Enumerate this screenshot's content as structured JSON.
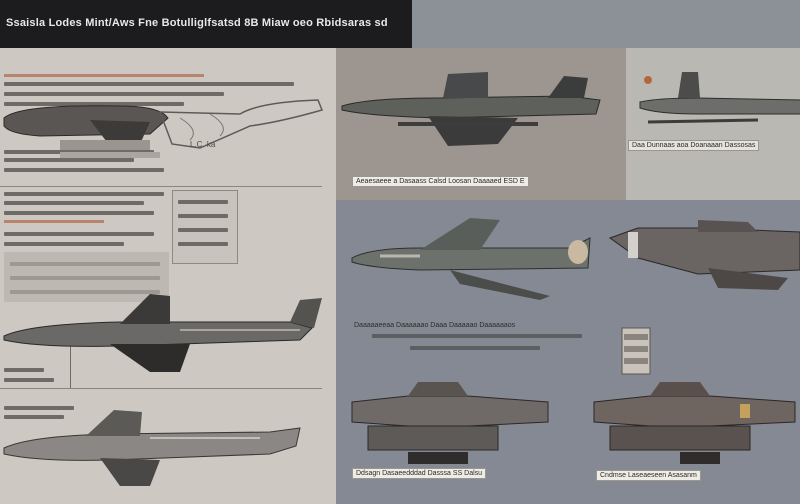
{
  "header": {
    "title": "Ssaisla Lodes Mint/Aws Fne Botulliglfsatsd 8B Miaw oeo Rbidsaras sd"
  },
  "labels": {
    "sketch_note": "L.C. ka",
    "caption_top_center": "Aeaesaeee a Dasaass Calsd Loosan Daaaaed ESD E",
    "caption_top_right": "Daa Dunnaas aoa Doanaaan Dassosas",
    "caption_mid_center": "Daaaaaeeaa Daaaaaao Daaa Daaaaao Daaaaaaos",
    "caption_bottom_center": "Ddsagn Dasaeedddad Dasssa SS Dalsu",
    "caption_bottom_right": "Cndmse Laseaeseen Asasanm"
  }
}
